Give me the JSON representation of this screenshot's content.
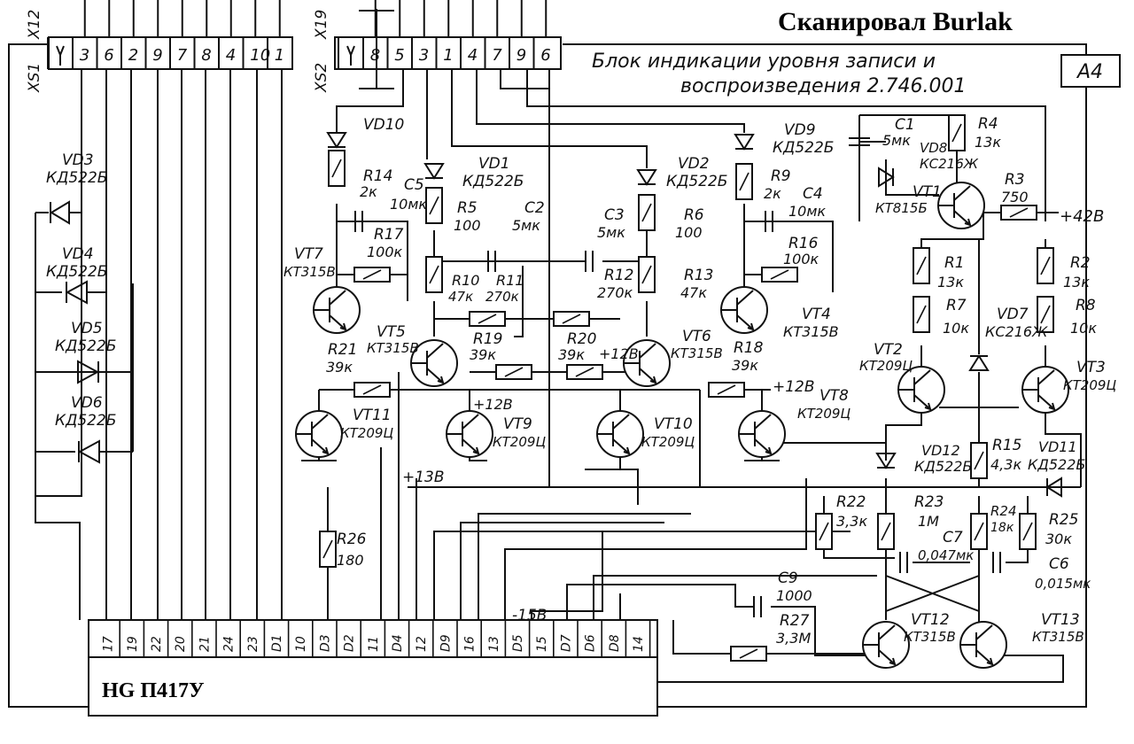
{
  "header": {
    "scan_credit": "Сканировал  Burlak",
    "title_line1": "Блок индикации уровня записи и",
    "title_line2": "воспроизведения   2.746.001",
    "block_id": "А4"
  },
  "connectors": {
    "xs1_label": "XS1",
    "x12_label": "X12",
    "x19_label": "X19",
    "xs2_label": "XS2",
    "x12_pins": [
      "3",
      "6",
      "2",
      "9",
      "7",
      "8",
      "4",
      "10",
      "1"
    ],
    "x19_pins": [
      "8",
      "5",
      "3",
      "1",
      "4",
      "7",
      "9",
      "6"
    ]
  },
  "display": {
    "label": "HG  П417У",
    "pins": [
      "17",
      "19",
      "22",
      "20",
      "21",
      "24",
      "23",
      "D1",
      "10",
      "D3",
      "D2",
      "11",
      "D4",
      "12",
      "D9",
      "16",
      "13",
      "D5",
      "15",
      "D7",
      "D6",
      "D8",
      "14"
    ]
  },
  "voltages": {
    "plus42": "+42В",
    "plus12_a": "+12В",
    "plus12_b": "+12В",
    "plus12_c": "+12В",
    "plus13": "+13В",
    "minus15": "-15В"
  },
  "components": {
    "diodes": [
      {
        "id": "VD1",
        "type": "КД522Б"
      },
      {
        "id": "VD2",
        "type": "КД522Б"
      },
      {
        "id": "VD3",
        "type": "КД522Б"
      },
      {
        "id": "VD4",
        "type": "КД522Б"
      },
      {
        "id": "VD5",
        "type": "КД522Б"
      },
      {
        "id": "VD6",
        "type": "КД522Б"
      },
      {
        "id": "VD7",
        "type": "КС216Ж"
      },
      {
        "id": "VD8",
        "type": "КС216Ж"
      },
      {
        "id": "VD9",
        "type": "КД522Б"
      },
      {
        "id": "VD10",
        "type": ""
      },
      {
        "id": "VD11",
        "type": "КД522Б"
      },
      {
        "id": "VD12",
        "type": "КД522Б"
      }
    ],
    "transistors": [
      {
        "id": "VT1",
        "type": "КТ815Б"
      },
      {
        "id": "VT2",
        "type": "КТ209Ц"
      },
      {
        "id": "VT3",
        "type": "КТ209Ц"
      },
      {
        "id": "VT4",
        "type": "КТ315В"
      },
      {
        "id": "VT5",
        "type": "КТ315В"
      },
      {
        "id": "VT6",
        "type": "КТ315В"
      },
      {
        "id": "VT7",
        "type": "КТ315В"
      },
      {
        "id": "VT8",
        "type": "КТ209Ц"
      },
      {
        "id": "VT9",
        "type": "КТ209Ц"
      },
      {
        "id": "VT10",
        "type": "КТ209Ц"
      },
      {
        "id": "VT11",
        "type": "КТ209Ц"
      },
      {
        "id": "VT12",
        "type": "КТ315В"
      },
      {
        "id": "VT13",
        "type": "КТ315В"
      }
    ],
    "resistors": [
      {
        "id": "R1",
        "value": "13к"
      },
      {
        "id": "R2",
        "value": "13к"
      },
      {
        "id": "R3",
        "value": "750"
      },
      {
        "id": "R4",
        "value": "13к"
      },
      {
        "id": "R5",
        "value": "100"
      },
      {
        "id": "R6",
        "value": "100"
      },
      {
        "id": "R7",
        "value": "10к"
      },
      {
        "id": "R8",
        "value": "10к"
      },
      {
        "id": "R9",
        "value": "2к"
      },
      {
        "id": "R10",
        "value": "47к"
      },
      {
        "id": "R11",
        "value": "270к"
      },
      {
        "id": "R12",
        "value": "270к"
      },
      {
        "id": "R13",
        "value": "47к"
      },
      {
        "id": "R14",
        "value": "2к"
      },
      {
        "id": "R15",
        "value": "4,3к"
      },
      {
        "id": "R16",
        "value": "100к"
      },
      {
        "id": "R17",
        "value": "100к"
      },
      {
        "id": "R18",
        "value": "39к"
      },
      {
        "id": "R19",
        "value": "39к"
      },
      {
        "id": "R20",
        "value": "39к"
      },
      {
        "id": "R21",
        "value": "39к"
      },
      {
        "id": "R22",
        "value": "3,3к"
      },
      {
        "id": "R23",
        "value": "1М"
      },
      {
        "id": "R24",
        "value": "18к"
      },
      {
        "id": "R25",
        "value": "30к"
      },
      {
        "id": "R26",
        "value": "180"
      },
      {
        "id": "R27",
        "value": "3,3М"
      }
    ],
    "capacitors": [
      {
        "id": "C1",
        "value": "5мк"
      },
      {
        "id": "C2",
        "value": "5мк"
      },
      {
        "id": "C3",
        "value": "5мк"
      },
      {
        "id": "C4",
        "value": "10мк"
      },
      {
        "id": "C5",
        "value": "10мк"
      },
      {
        "id": "C6",
        "value": "0,015мк"
      },
      {
        "id": "C7",
        "value": "0,047мк"
      },
      {
        "id": "C9",
        "value": "1000"
      }
    ]
  }
}
